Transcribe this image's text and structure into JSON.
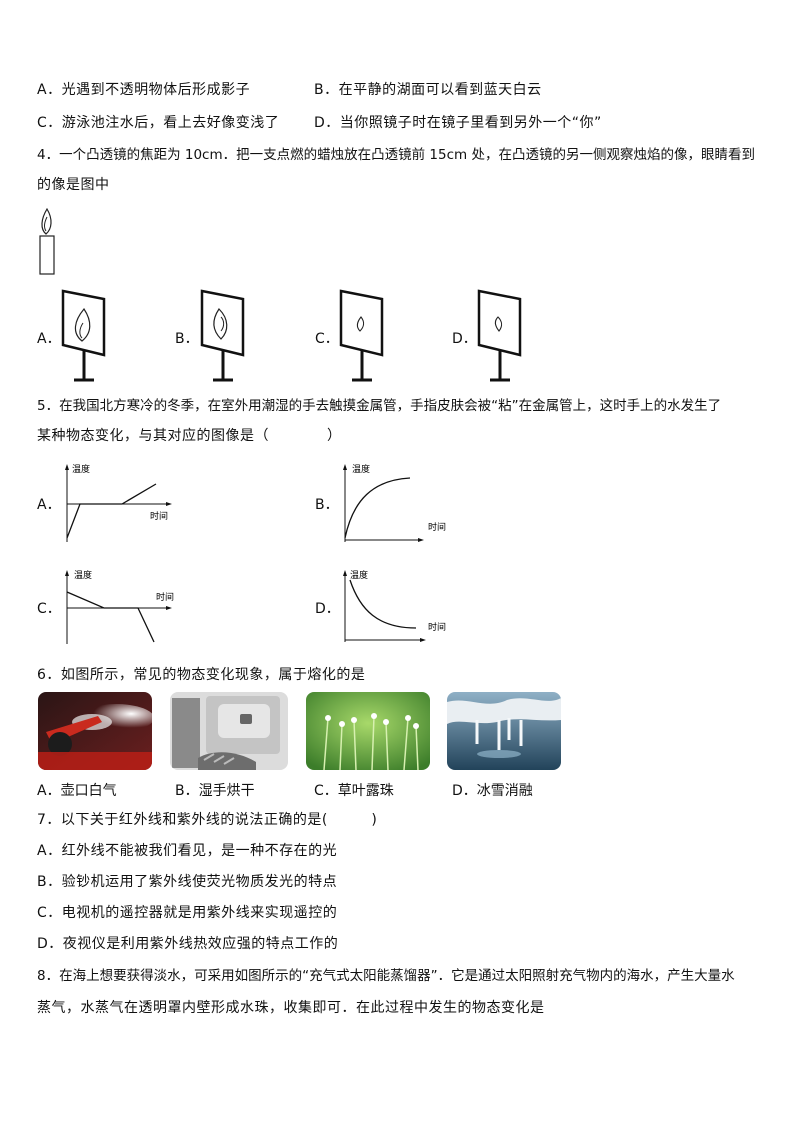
{
  "q3": {
    "opts": [
      "A．光遇到不透明物体后形成影子",
      "B．在平静的湖面可以看到蓝天白云",
      "C．游泳池注水后，看上去好像变浅了",
      "D．当你照镜子时在镜子里看到另外一个“你”"
    ]
  },
  "q4": {
    "line1": "4．一个凸透镜的焦距为 10cm．把一支点燃的蜡烛放在凸透镜前 15cm 处，在凸透镜的另一侧观察烛焰的像，眼睛看到",
    "line2": "的像是图中",
    "labels": [
      "A．",
      "B．",
      "C．",
      "D．"
    ]
  },
  "q5": {
    "line1": "5．在我国北方寒冷的冬季，在室外用潮湿的手去触摸金属管，手指皮肤会被“粘”在金属管上，这时手上的水发生了",
    "line2": "某种物态变化，与其对应的图像是（　　　　）",
    "labels": [
      "A．",
      "B．",
      "C．",
      "D．"
    ],
    "axis_y": "温度",
    "axis_x": "时间"
  },
  "q6": {
    "stem": "6．如图所示，常见的物态变化现象，属于熔化的是",
    "captions": [
      "A．壶口白气",
      "B．湿手烘干",
      "C．草叶露珠",
      "D．冰雪消融"
    ]
  },
  "q7": {
    "stem": "7．以下关于红外线和紫外线的说法正确的是(　　　)",
    "opts": [
      "A．红外线不能被我们看见，是一种不存在的光",
      "B．验钞机运用了紫外线使荧光物质发光的特点",
      "C．电视机的遥控器就是用紫外线来实现遥控的",
      "D．夜视仪是利用紫外线热效应强的特点工作的"
    ]
  },
  "q8": {
    "line1": "8．在海上想要获得淡水，可采用如图所示的“充气式太阳能蒸馏器”．它是通过太阳照射充气物内的海水，产生大量水",
    "line2": "蒸气，水蒸气在透明罩内壁形成水珠，收集即可．在此过程中发生的物态变化是"
  }
}
